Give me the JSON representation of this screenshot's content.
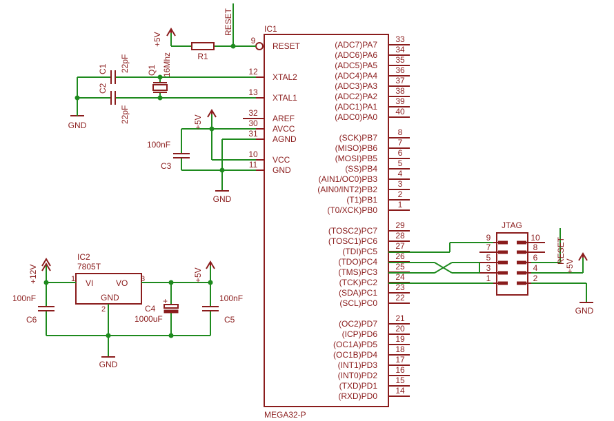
{
  "ic1": {
    "name": "IC1",
    "value": "MEGA32-P",
    "left_pins": [
      {
        "num": "9",
        "label": "RESET"
      },
      {
        "num": "12",
        "label": "XTAL2"
      },
      {
        "num": "13",
        "label": "XTAL1"
      },
      {
        "num": "32",
        "label": "AREF"
      },
      {
        "num": "30",
        "label": "AVCC"
      },
      {
        "num": "31",
        "label": "AGND"
      },
      {
        "num": "10",
        "label": "VCC"
      },
      {
        "num": "11",
        "label": "GND"
      }
    ],
    "right_pins": [
      {
        "num": "33",
        "label": "(ADC7)PA7"
      },
      {
        "num": "34",
        "label": "(ADC6)PA6"
      },
      {
        "num": "35",
        "label": "(ADC5)PA5"
      },
      {
        "num": "36",
        "label": "(ADC4)PA4"
      },
      {
        "num": "37",
        "label": "(ADC3)PA3"
      },
      {
        "num": "38",
        "label": "(ADC2)PA2"
      },
      {
        "num": "39",
        "label": "(ADC1)PA1"
      },
      {
        "num": "40",
        "label": "(ADC0)PA0"
      },
      {
        "num": "8",
        "label": "(SCK)PB7"
      },
      {
        "num": "7",
        "label": "(MISO)PB6"
      },
      {
        "num": "6",
        "label": "(MOSI)PB5"
      },
      {
        "num": "5",
        "label": "(SS)PB4"
      },
      {
        "num": "4",
        "label": "(AIN1/OC0)PB3"
      },
      {
        "num": "3",
        "label": "(AIN0/INT2)PB2"
      },
      {
        "num": "2",
        "label": "(T1)PB1"
      },
      {
        "num": "1",
        "label": "(T0/XCK)PB0"
      },
      {
        "num": "29",
        "label": "(TOSC2)PC7"
      },
      {
        "num": "28",
        "label": "(TOSC1)PC6"
      },
      {
        "num": "27",
        "label": "(TDI)PC5"
      },
      {
        "num": "26",
        "label": "(TDO)PC4"
      },
      {
        "num": "25",
        "label": "(TMS)PC3"
      },
      {
        "num": "24",
        "label": "(TCK)PC2"
      },
      {
        "num": "23",
        "label": "(SDA)PC1"
      },
      {
        "num": "22",
        "label": "(SCL)PC0"
      },
      {
        "num": "21",
        "label": "(OC2)PD7"
      },
      {
        "num": "20",
        "label": "(ICP)PD6"
      },
      {
        "num": "19",
        "label": "(OC1A)PD5"
      },
      {
        "num": "18",
        "label": "(OC1B)PD4"
      },
      {
        "num": "17",
        "label": "(INT1)PD3"
      },
      {
        "num": "16",
        "label": "(INT0)PD2"
      },
      {
        "num": "15",
        "label": "(TXD)PD1"
      },
      {
        "num": "14",
        "label": "(RXD)PD0"
      }
    ]
  },
  "reset_net": "RESET",
  "r1": {
    "name": "R1"
  },
  "supply_5v": "+5V",
  "supply_12v": "+12V",
  "gnd": "GND",
  "c1": {
    "name": "C1",
    "value": "22pF"
  },
  "c2": {
    "name": "C2",
    "value": "22pF"
  },
  "q1": {
    "name": "Q1",
    "value": "16Mhz"
  },
  "c3": {
    "name": "C3",
    "value": "100nF"
  },
  "ic2": {
    "name": "IC2",
    "value": "7805T",
    "pin_vi": "VI",
    "pin_vo": "VO",
    "pin_gnd": "GND",
    "pin1": "1",
    "pin2": "2",
    "pin3": "3"
  },
  "c4": {
    "name": "C4",
    "value": "1000uF",
    "polarity": "+"
  },
  "c5": {
    "name": "C5",
    "value": "100nF"
  },
  "c6": {
    "name": "C6",
    "value": "100nF"
  },
  "jtag": {
    "name": "JTAG",
    "pins_left": [
      "9",
      "7",
      "5",
      "3",
      "1"
    ],
    "pins_right": [
      "10",
      "8",
      "6",
      "4",
      "2"
    ]
  },
  "colors": {
    "part": "#8a1c1c",
    "wire": "#1e8a1e"
  }
}
